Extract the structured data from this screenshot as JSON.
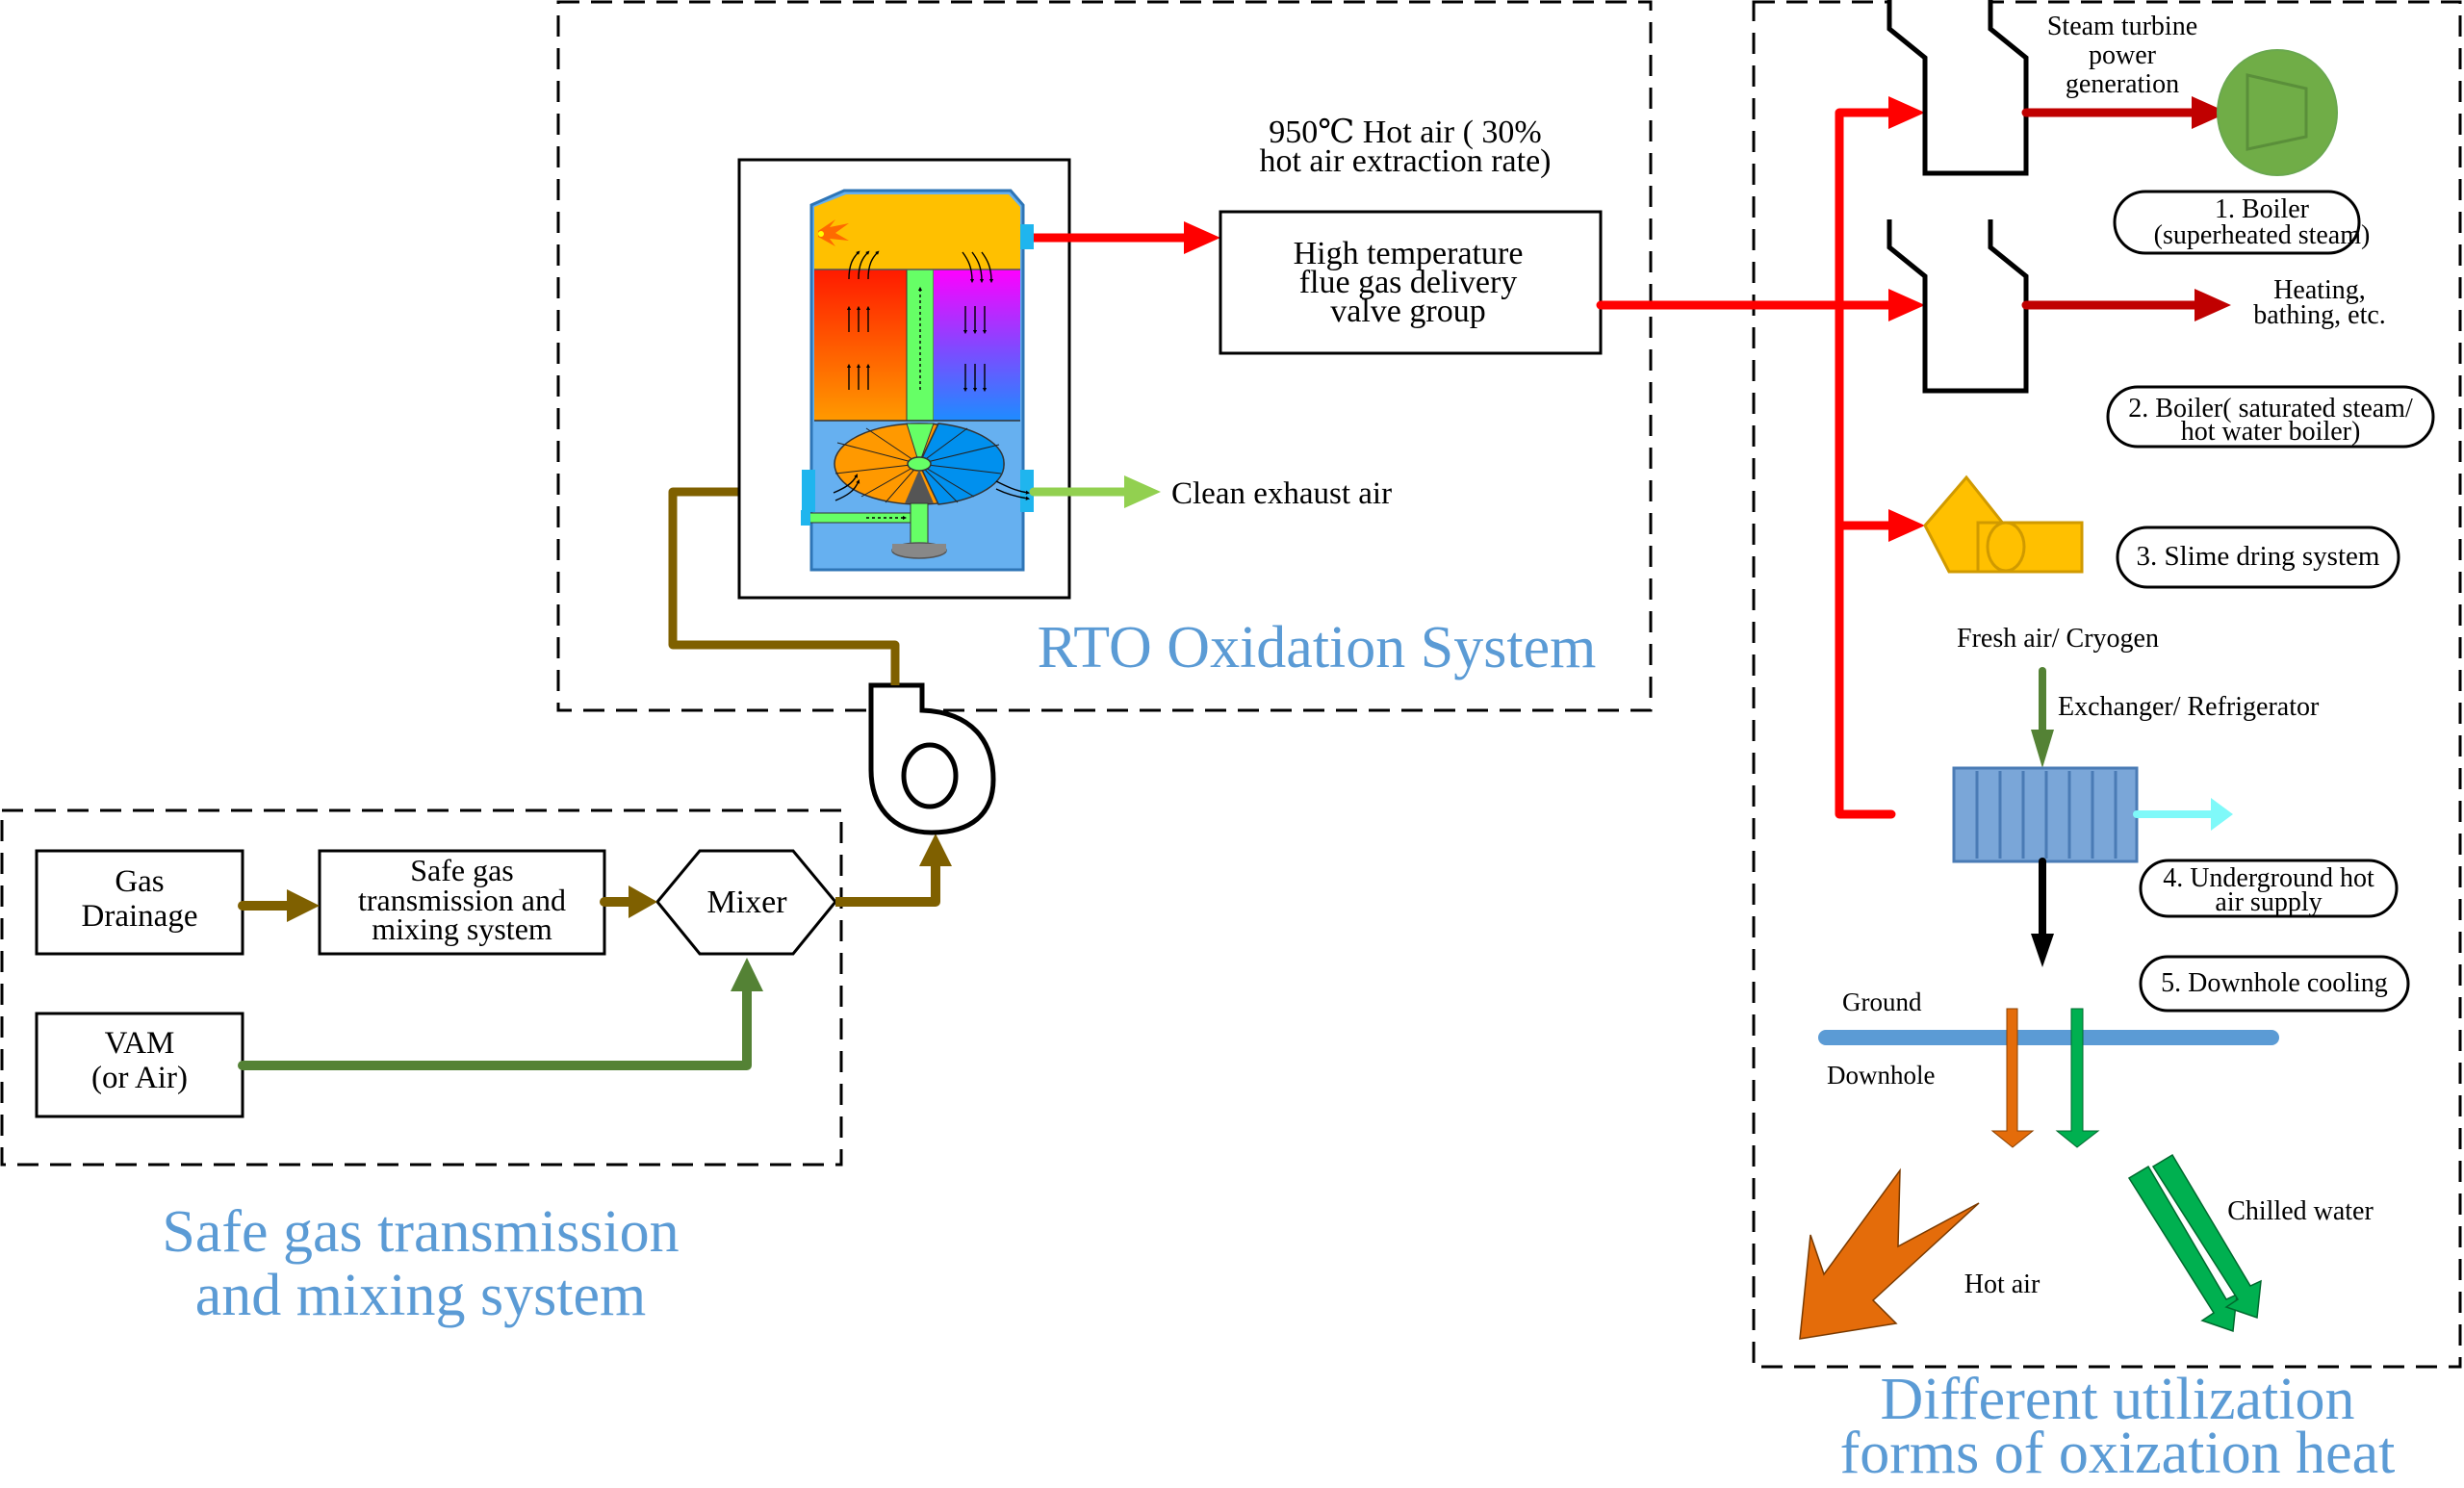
{
  "colors": {
    "hot_red": "#ff0000",
    "dark_red": "#c00000",
    "gas_brown": "#7f6000",
    "air_green": "#548235",
    "clean_green": "#92d050",
    "title_blue": "#5b9bd5",
    "chilled_cyan": "#7ff9f9",
    "ground_blue": "#5b9bd5",
    "hot_orange": "#e46c0a",
    "water_green": "#00b050",
    "generator_green": "#70ad47",
    "dryer_yellow": "#ffc000",
    "exchanger_blue": "#7aa6d8"
  },
  "safe_gas_section": {
    "title_line1": "Safe gas transmission",
    "title_line2": "and mixing system",
    "gas_drainage": [
      "Gas",
      "Drainage"
    ],
    "safe_gas_box": [
      "Safe gas",
      "transmission and",
      "mixing system"
    ],
    "mixer": "Mixer",
    "vam": [
      "VAM",
      "(or Air)"
    ]
  },
  "rto_section": {
    "title": "RTO Oxidation System",
    "hot_air_note": [
      "950℃ Hot air ( 30%",
      "hot air extraction rate)"
    ],
    "valve_group": [
      "High temperature",
      "flue gas delivery",
      "valve group"
    ],
    "clean_exhaust": "Clean exhaust air"
  },
  "utilization_section": {
    "title_line1": "Different utilization",
    "title_line2": "forms of oxization heat",
    "steam_turbine": [
      "Steam turbine",
      "power",
      "generation"
    ],
    "boiler1": [
      "1. Boiler",
      "(superheated steam)"
    ],
    "heating": [
      "Heating,",
      "bathing, etc."
    ],
    "boiler2": [
      "2. Boiler( saturated steam/",
      "hot water boiler)"
    ],
    "slime": "3. Slime dring system",
    "fresh_air": "Fresh air/ Cryogen",
    "exchanger": "Exchanger/ Refrigerator",
    "underground": [
      "4. Underground hot",
      "air supply"
    ],
    "downhole_cooling": "5. Downhole cooling",
    "ground": "Ground",
    "downhole": "Downhole",
    "hot_air": "Hot air",
    "chilled_water": "Chilled water"
  }
}
